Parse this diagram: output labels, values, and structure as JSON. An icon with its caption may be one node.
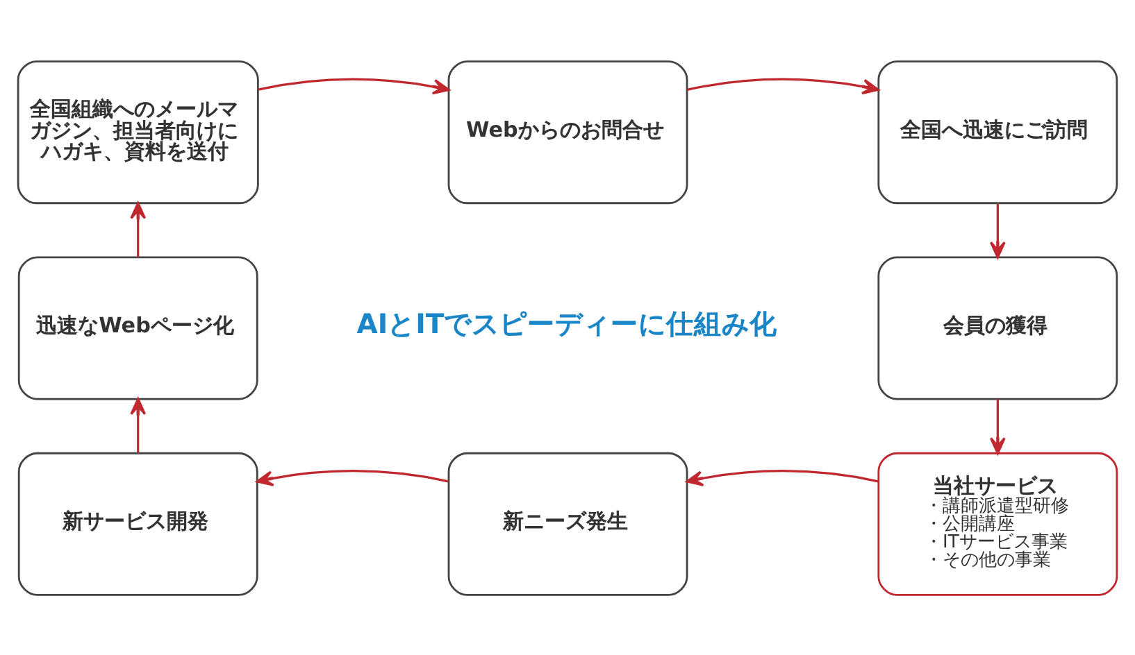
{
  "diagram": {
    "nodes": [
      {
        "text": [
          "全国組織へのメールマガジン、担当者向けにハガキ、資料を送付"
        ]
      },
      {
        "text": [
          "Webからのお問合せ"
        ]
      },
      {
        "text": [
          "全国へ迅速にご訪問"
        ]
      },
      {
        "text": [
          "迅速なWebページ化"
        ]
      },
      {
        "text": [
          "会員の獲得"
        ]
      },
      {
        "text": [
          "新サービス開発"
        ]
      },
      {
        "text": [
          "新ニーズ発生"
        ]
      },
      {
        "text": [
          "当社サービス",
          "・講師派遣型研修",
          "・公開講座",
          "・ITサービス事業",
          "・その他の事業"
        ]
      }
    ],
    "edges": [
      {
        "from": 0,
        "to": 1,
        "arrow": "to"
      },
      {
        "from": 1,
        "to": 2,
        "arrow": "to"
      },
      {
        "from": 2,
        "to": 4,
        "arrow": "to"
      },
      {
        "from": 4,
        "to": 7,
        "arrow": "to"
      },
      {
        "from": 7,
        "to": 6,
        "arrow": "to"
      },
      {
        "from": 6,
        "to": 5,
        "arrow": "to"
      },
      {
        "from": 5,
        "to": 3,
        "arrow": "to"
      },
      {
        "from": 3,
        "to": 0,
        "arrow": "to"
      }
    ],
    "labels": [
      "AIとITでスピーディーに仕組み化"
    ]
  }
}
